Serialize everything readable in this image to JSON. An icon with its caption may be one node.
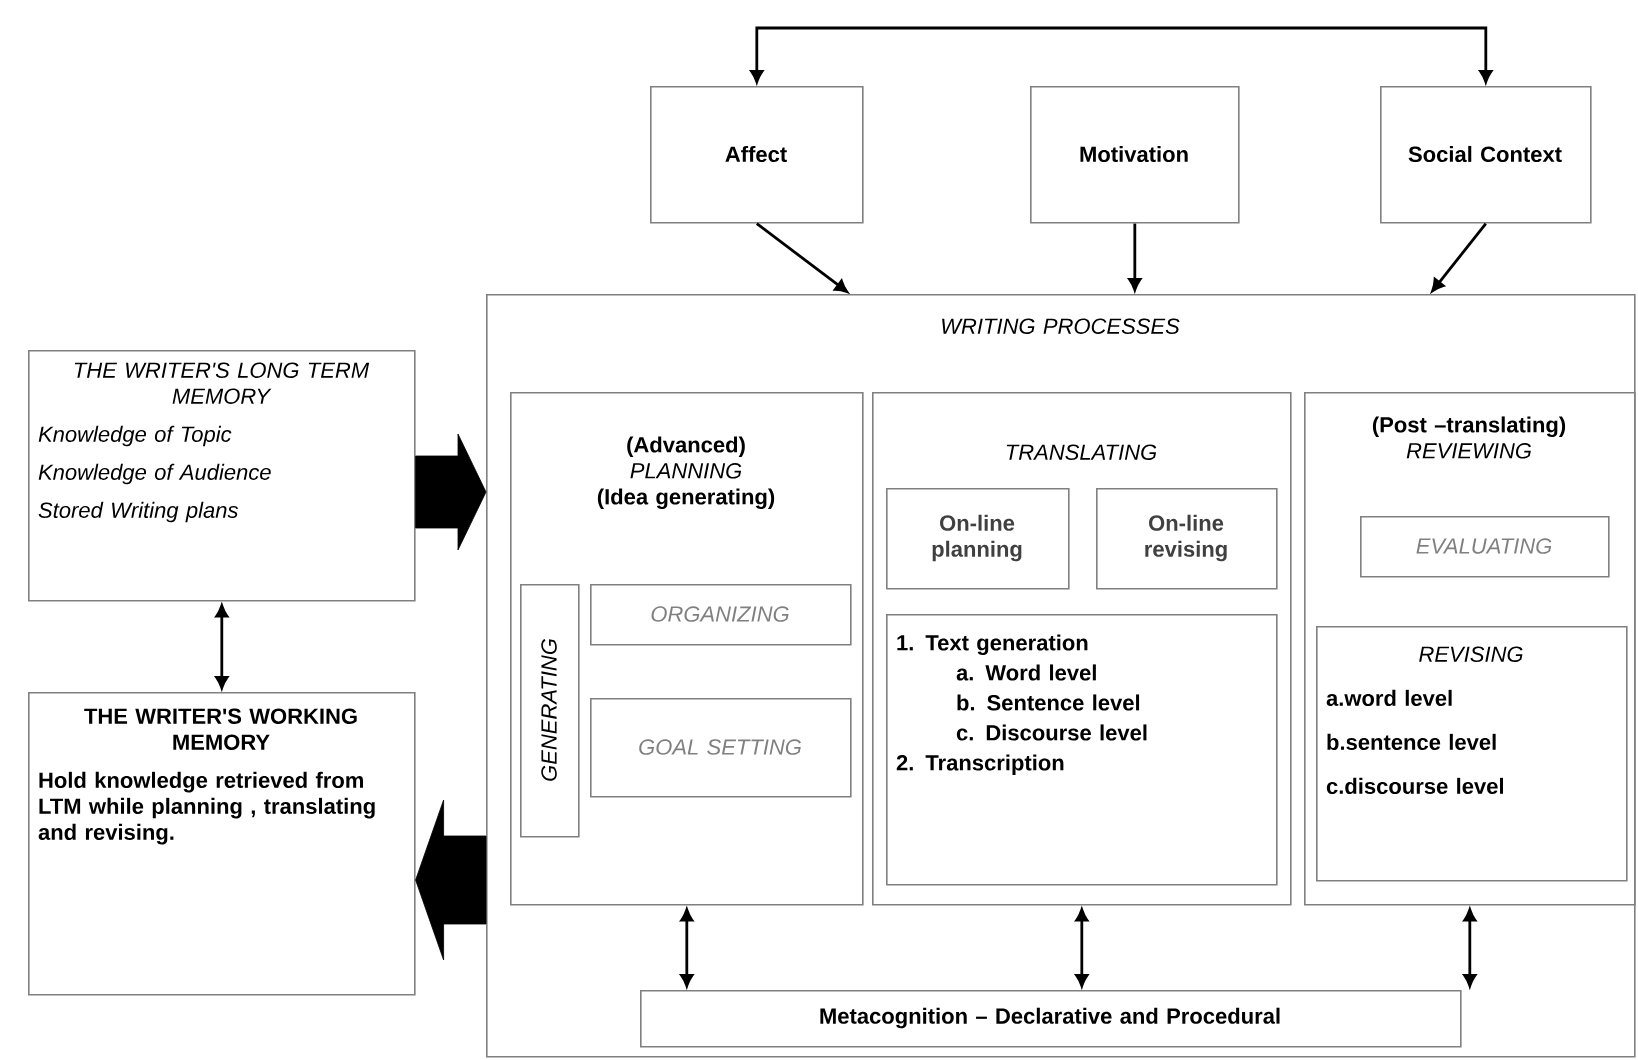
{
  "diagram": {
    "nodes": [
      {
        "text": [
          "Affect"
        ]
      },
      {
        "text": [
          "Motivation"
        ]
      },
      {
        "text": [
          "Social Context"
        ]
      },
      {
        "text": [
          "WRITING PROCESSES"
        ]
      },
      {
        "text": [
          "THE WRITER'S LONG TERM MEMORY",
          "Knowledge of Topic",
          "Knowledge of Audience",
          "Stored Writing plans"
        ]
      },
      {
        "text": [
          "THE WRITER'S WORKING MEMORY",
          "Hold knowledge retrieved from LTM while planning , translating and revising."
        ]
      },
      {
        "text": [
          "(Advanced)",
          "PLANNING",
          "(Idea generating)"
        ],
        "in": 3
      },
      {
        "text": [
          "GENERATING"
        ],
        "in": 6
      },
      {
        "text": [
          "ORGANIZING"
        ],
        "in": 6
      },
      {
        "text": [
          "GOAL SETTING"
        ],
        "in": 6
      },
      {
        "text": [
          "TRANSLATING"
        ],
        "in": 3
      },
      {
        "text": [
          "On-line planning"
        ],
        "in": 10
      },
      {
        "text": [
          "On-line revising"
        ],
        "in": 10
      },
      {
        "text": [
          "1. Text generation",
          "a. Word level",
          "b. Sentence level",
          "c. Discourse level",
          "2. Transcription"
        ],
        "in": 10
      },
      {
        "text": [
          "(Post –translating)",
          "REVIEWING"
        ],
        "in": 3
      },
      {
        "text": [
          "EVALUATING"
        ],
        "in": 14
      },
      {
        "text": [
          "REVISING",
          "a.word level",
          "b.sentence level",
          "c.discourse level"
        ],
        "in": 14
      },
      {
        "text": [
          "Metacognition – Declarative and Procedural"
        ],
        "in": 3
      }
    ],
    "edges": [
      {
        "from": 0,
        "to": 2,
        "arrow": "both"
      },
      {
        "from": 0,
        "to": 3,
        "arrow": "to"
      },
      {
        "from": 1,
        "to": 3,
        "arrow": "to"
      },
      {
        "from": 2,
        "to": 3,
        "arrow": "to"
      },
      {
        "from": 4,
        "to": 5,
        "arrow": "both"
      },
      {
        "from": 4,
        "to": 3,
        "arrow": "to",
        "style": "thick"
      },
      {
        "from": 3,
        "to": 5,
        "arrow": "to",
        "style": "thick"
      },
      {
        "from": 6,
        "to": 17,
        "arrow": "both"
      },
      {
        "from": 10,
        "to": 17,
        "arrow": "both"
      },
      {
        "from": 14,
        "to": 17,
        "arrow": "both"
      }
    ]
  }
}
